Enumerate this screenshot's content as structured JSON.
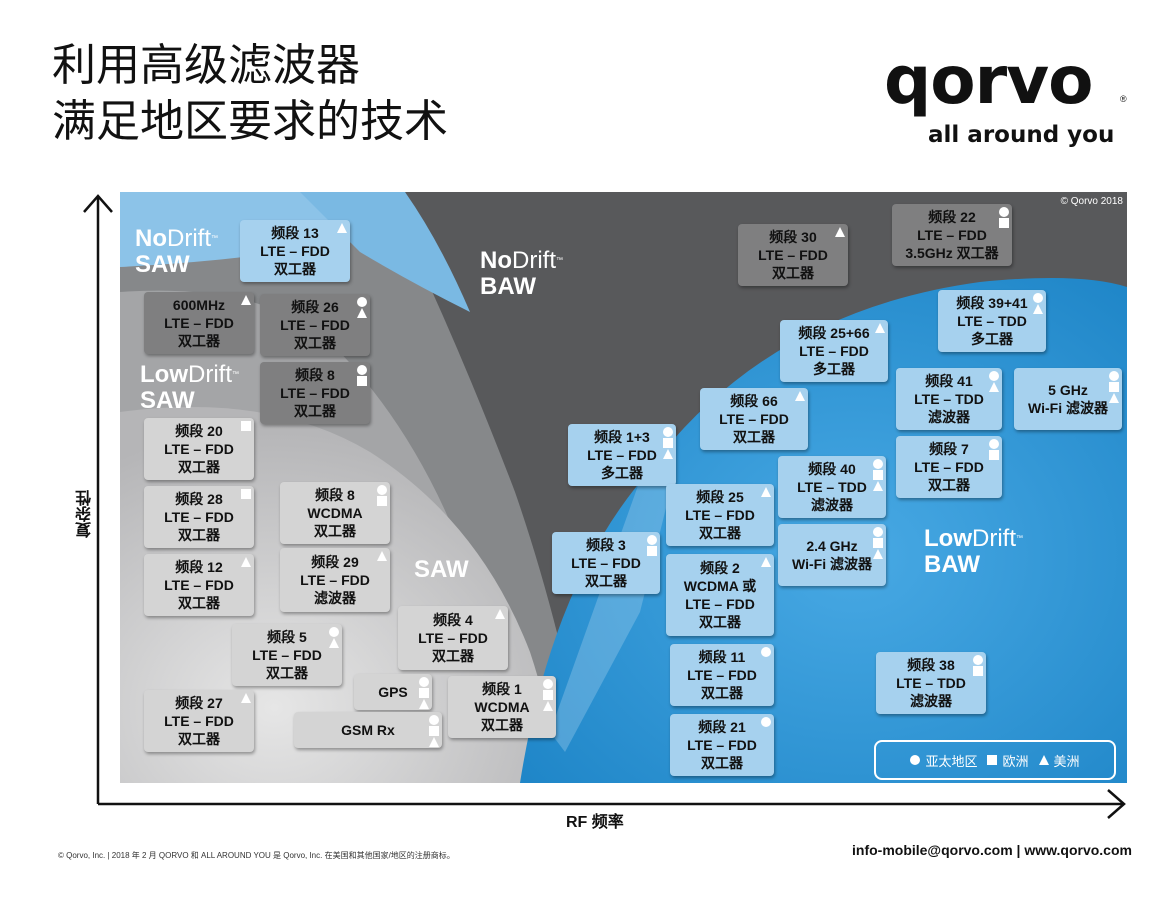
{
  "title": {
    "line1": "利用高级滤波器",
    "line2": "满足地区要求的技术"
  },
  "brand": {
    "name": "qorvo",
    "reg": "®",
    "tagline": "all around you"
  },
  "axes": {
    "ylabel": "复杂性",
    "xlabel": "RF 频率"
  },
  "copyright_small": "© Qorvo 2018",
  "regions": {
    "nodrift_saw": {
      "a": "No",
      "b": "Drift",
      "tm": "™",
      "c": "SAW"
    },
    "lowdrift_saw": {
      "a": "Low",
      "b": "Drift",
      "tm": "™",
      "c": "SAW"
    },
    "nodrift_baw": {
      "a": "No",
      "b": "Drift",
      "tm": "™",
      "c": "BAW"
    },
    "lowdrift_baw": {
      "a": "Low",
      "b": "Drift",
      "tm": "™",
      "c": "BAW"
    },
    "saw": "SAW"
  },
  "boxes": [
    {
      "id": "b13",
      "lines": [
        "频段 13",
        "LTE – FDD",
        "双工器"
      ],
      "marks": [
        "t"
      ]
    },
    {
      "id": "b600",
      "lines": [
        "600MHz",
        "LTE – FDD",
        "双工器"
      ],
      "marks": [
        "t"
      ]
    },
    {
      "id": "b26",
      "lines": [
        "频段 26",
        "LTE – FDD",
        "双工器"
      ],
      "marks": [
        "c",
        "t"
      ]
    },
    {
      "id": "b8",
      "lines": [
        "频段 8",
        "LTE – FDD",
        "双工器"
      ],
      "marks": [
        "c",
        "s"
      ]
    },
    {
      "id": "b20",
      "lines": [
        "频段 20",
        "LTE – FDD",
        "双工器"
      ],
      "marks": [
        "s"
      ]
    },
    {
      "id": "b28",
      "lines": [
        "频段 28",
        "LTE – FDD",
        "双工器"
      ],
      "marks": [
        "s"
      ]
    },
    {
      "id": "bw8",
      "lines": [
        "频段 8",
        "WCDMA",
        "双工器"
      ],
      "marks": [
        "c",
        "s"
      ]
    },
    {
      "id": "b12",
      "lines": [
        "频段 12",
        "LTE – FDD",
        "双工器"
      ],
      "marks": [
        "t"
      ]
    },
    {
      "id": "b29",
      "lines": [
        "频段 29",
        "LTE – FDD",
        "滤波器"
      ],
      "marks": [
        "t"
      ]
    },
    {
      "id": "b4",
      "lines": [
        "频段 4",
        "LTE – FDD",
        "双工器"
      ],
      "marks": [
        "t"
      ]
    },
    {
      "id": "b5",
      "lines": [
        "频段 5",
        "LTE – FDD",
        "双工器"
      ],
      "marks": [
        "c",
        "t"
      ]
    },
    {
      "id": "gps",
      "lines": [
        "GPS"
      ],
      "marks": [
        "c",
        "s",
        "t"
      ]
    },
    {
      "id": "b1",
      "lines": [
        "频段 1",
        "WCDMA",
        "双工器"
      ],
      "marks": [
        "c",
        "s",
        "t"
      ]
    },
    {
      "id": "b27",
      "lines": [
        "频段 27",
        "LTE – FDD",
        "双工器"
      ],
      "marks": [
        "t"
      ]
    },
    {
      "id": "gsm",
      "lines": [
        "GSM Rx"
      ],
      "marks": [
        "c",
        "s",
        "t"
      ]
    },
    {
      "id": "b30",
      "lines": [
        "频段 30",
        "LTE – FDD",
        "双工器"
      ],
      "marks": [
        "t"
      ]
    },
    {
      "id": "b22",
      "lines": [
        "频段 22",
        "LTE – FDD",
        "3.5GHz 双工器"
      ],
      "marks": [
        "c",
        "s"
      ]
    },
    {
      "id": "b3941",
      "lines": [
        "频段 39+41",
        "LTE – TDD",
        "多工器"
      ],
      "marks": [
        "c",
        "t"
      ]
    },
    {
      "id": "b2566",
      "lines": [
        "频段 25+66",
        "LTE – FDD",
        "多工器"
      ],
      "marks": [
        "t"
      ]
    },
    {
      "id": "b41",
      "lines": [
        "频段 41",
        "LTE – TDD",
        "滤波器"
      ],
      "marks": [
        "c",
        "t"
      ]
    },
    {
      "id": "wifi5",
      "lines": [
        "5 GHz",
        "Wi-Fi 滤波器"
      ],
      "marks": [
        "c",
        "s",
        "t"
      ]
    },
    {
      "id": "b66",
      "lines": [
        "频段 66",
        "LTE – FDD",
        "双工器"
      ],
      "marks": [
        "t"
      ]
    },
    {
      "id": "b13p",
      "lines": [
        "频段 1+3",
        "LTE – FDD",
        "多工器"
      ],
      "marks": [
        "c",
        "s",
        "t"
      ]
    },
    {
      "id": "b7",
      "lines": [
        "频段 7",
        "LTE – FDD",
        "双工器"
      ],
      "marks": [
        "c",
        "s"
      ]
    },
    {
      "id": "b40",
      "lines": [
        "频段 40",
        "LTE – TDD",
        "滤波器"
      ],
      "marks": [
        "c",
        "s",
        "t"
      ]
    },
    {
      "id": "b25",
      "lines": [
        "频段 25",
        "LTE – FDD",
        "双工器"
      ],
      "marks": [
        "t"
      ]
    },
    {
      "id": "b3",
      "lines": [
        "频段 3",
        "LTE – FDD",
        "双工器"
      ],
      "marks": [
        "c",
        "s"
      ]
    },
    {
      "id": "wifi24",
      "lines": [
        "2.4 GHz",
        "Wi-Fi 滤波器"
      ],
      "marks": [
        "c",
        "s",
        "t"
      ]
    },
    {
      "id": "b2",
      "lines": [
        "频段 2",
        "WCDMA 或",
        "LTE – FDD",
        "双工器"
      ],
      "marks": [
        "t"
      ]
    },
    {
      "id": "b11",
      "lines": [
        "频段 11",
        "LTE – FDD",
        "双工器"
      ],
      "marks": [
        "c"
      ]
    },
    {
      "id": "b38",
      "lines": [
        "频段 38",
        "LTE – TDD",
        "滤波器"
      ],
      "marks": [
        "c",
        "s"
      ]
    },
    {
      "id": "b21",
      "lines": [
        "频段 21",
        "LTE – FDD",
        "双工器"
      ],
      "marks": [
        "c"
      ]
    }
  ],
  "legend": {
    "asia": "亚太地区",
    "europe": "欧洲",
    "america": "美洲"
  },
  "footer": {
    "left": "© Qorvo, Inc. | 2018 年 2 月 QORVO 和 ALL AROUND YOU 是 Qorvo, Inc. 在美国和其他国家/地区的注册商标。",
    "right": "info-mobile@qorvo.com | www.qorvo.com"
  }
}
